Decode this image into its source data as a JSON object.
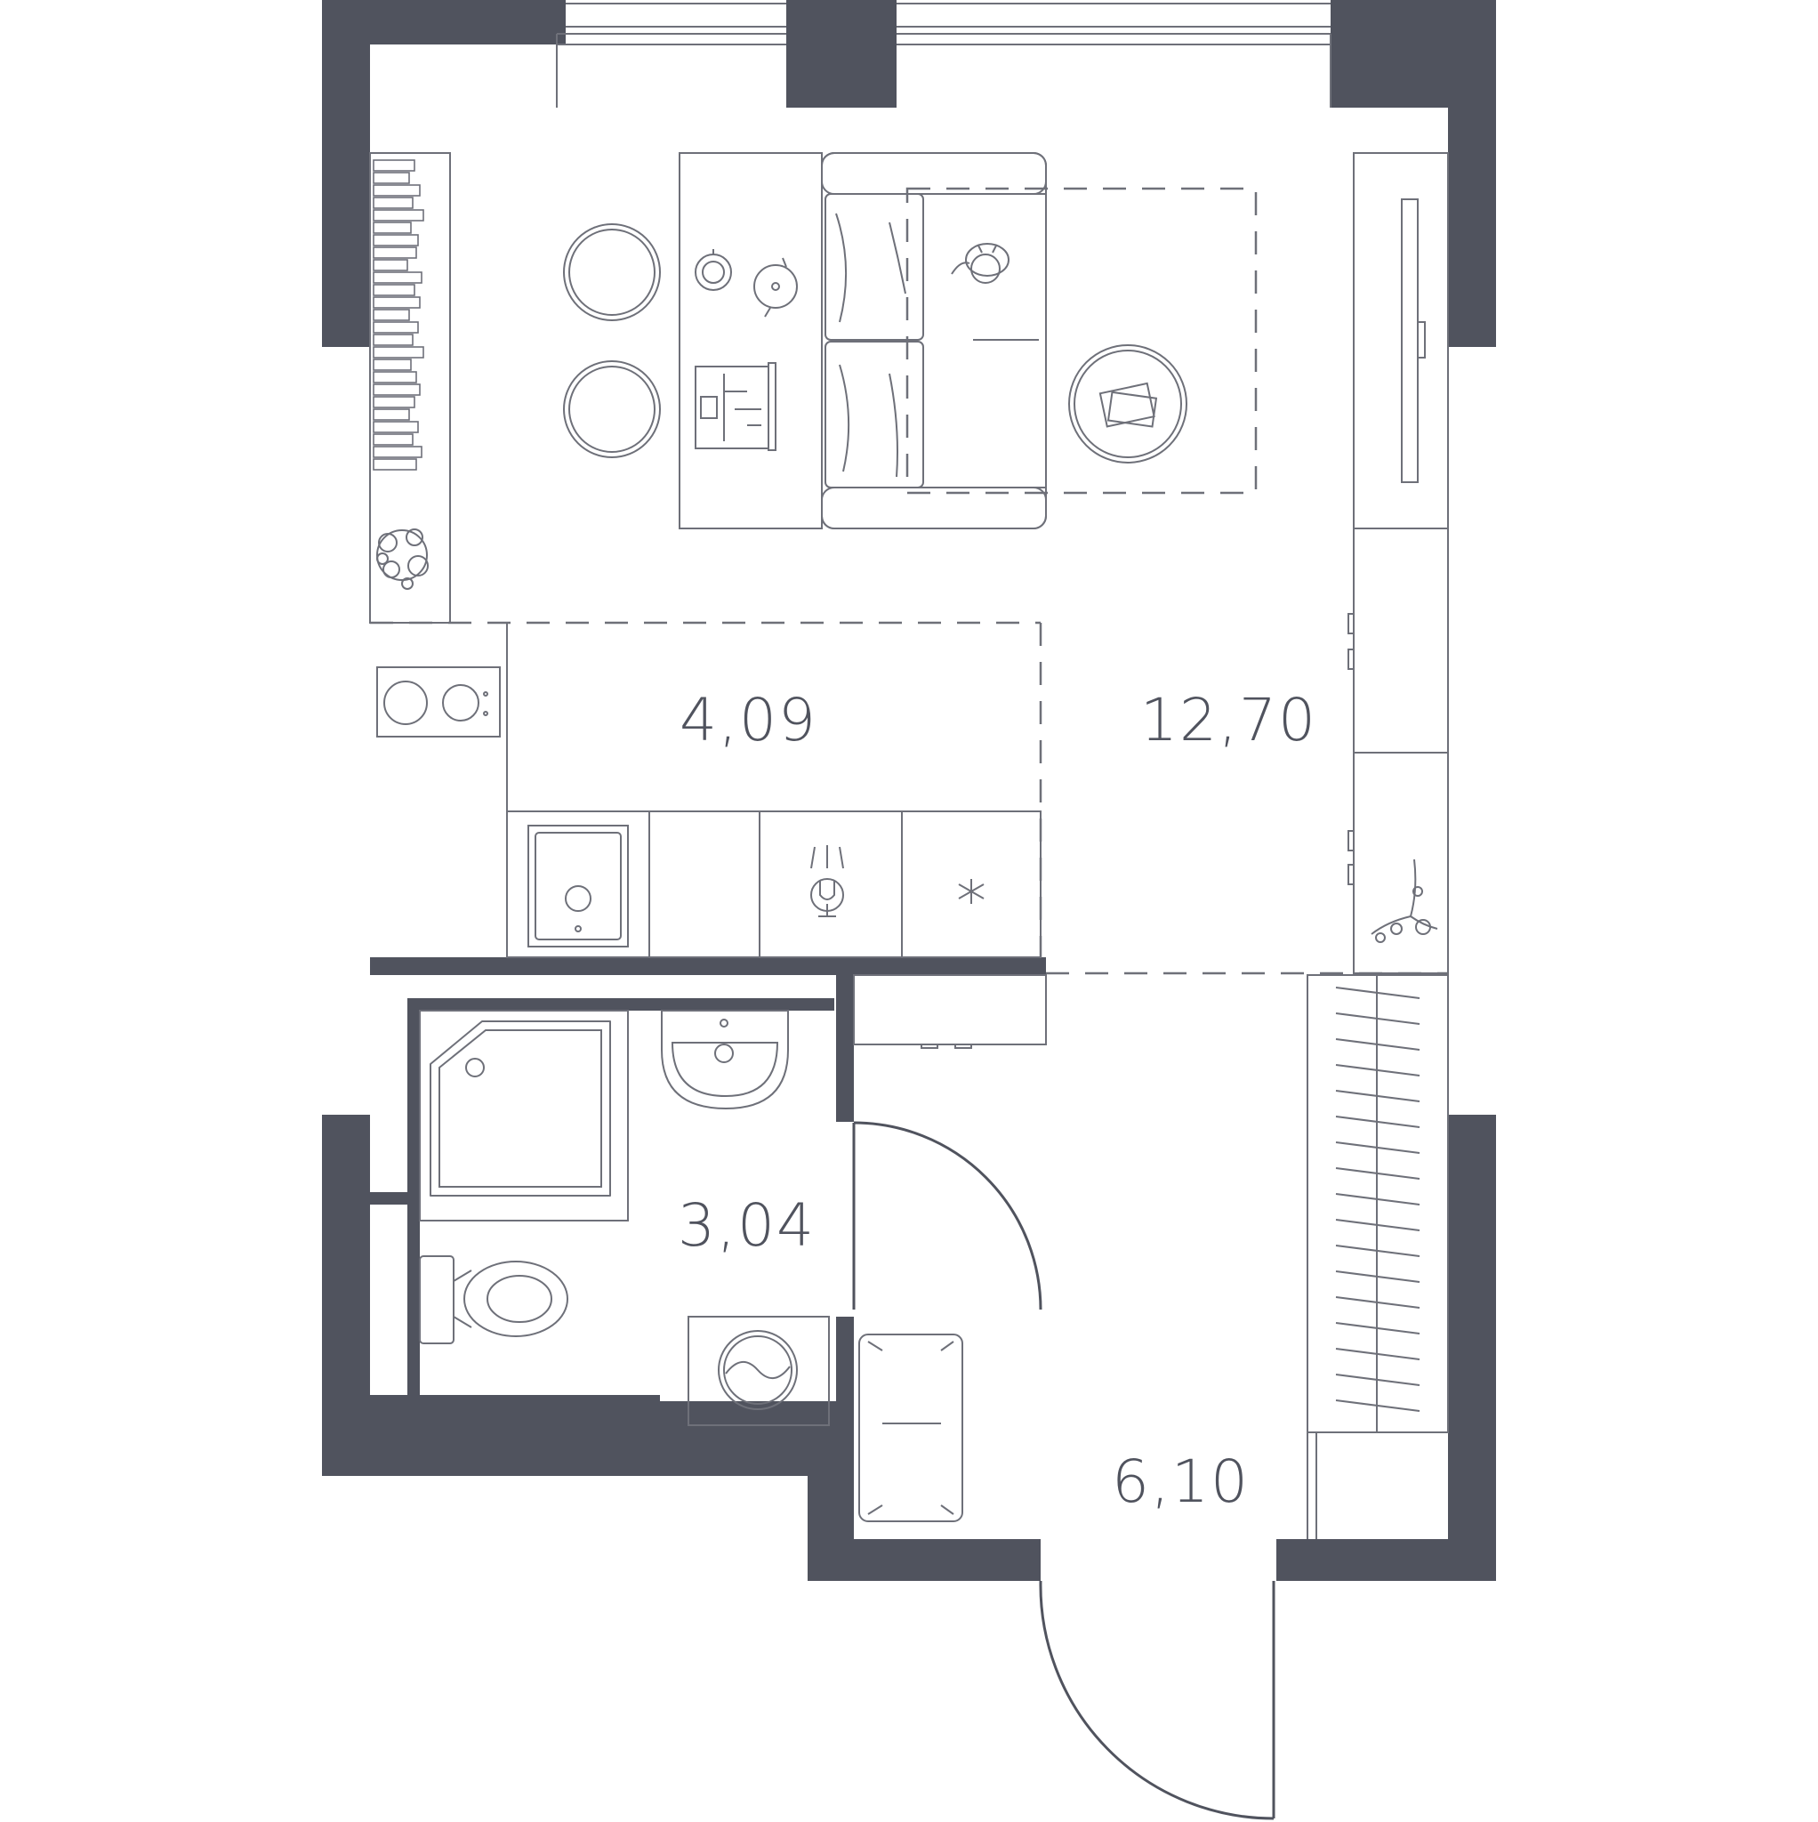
{
  "colors": {
    "wall": "#50535e",
    "line": "#6e7079",
    "label": "#50535e",
    "background": "#ffffff"
  },
  "rooms": {
    "kitchen": {
      "area": "4,09"
    },
    "living": {
      "area": "12,70"
    },
    "bathroom": {
      "area": "3,04"
    },
    "hallway": {
      "area": "6,10"
    }
  },
  "icons": [
    "bookshelf-icon",
    "plant-icon",
    "dining-chair-icon",
    "desk-icon",
    "laptop-icon",
    "cup-icon",
    "teapot-icon",
    "sofa-icon",
    "cat-icon",
    "coffee-table-icon",
    "rug-icon",
    "tv-unit-icon",
    "wardrobe-icon",
    "hob-icon",
    "sink-icon",
    "dishwasher-icon",
    "fridge-icon",
    "shower-icon",
    "washbasin-icon",
    "toilet-icon",
    "washing-machine-icon",
    "shoe-cabinet-icon",
    "bench-icon",
    "closet-icon",
    "flower-vase-icon"
  ]
}
